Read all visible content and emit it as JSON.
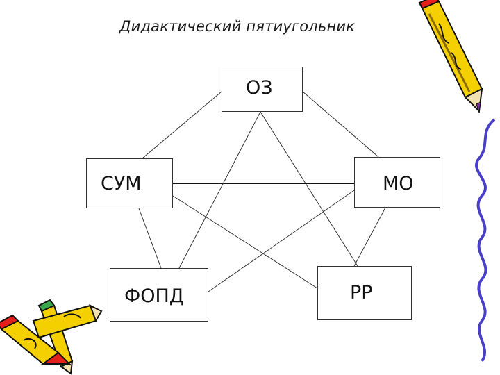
{
  "title": "Дидактический пятиугольник",
  "nodes": {
    "oz": "ОЗ",
    "sum": "СУМ",
    "mo": "МО",
    "fopd": "ФОПД",
    "rr": "РР"
  },
  "colors": {
    "line": "#333333",
    "pencil_yellow": "#f5d000",
    "pencil_red": "#e3201b",
    "pencil_purple": "#7a2c9e",
    "wavy_blue": "#4a3fc8"
  },
  "decorations": [
    "pencil-icon",
    "pencil-icon",
    "pencil-icon",
    "wavy-line"
  ]
}
